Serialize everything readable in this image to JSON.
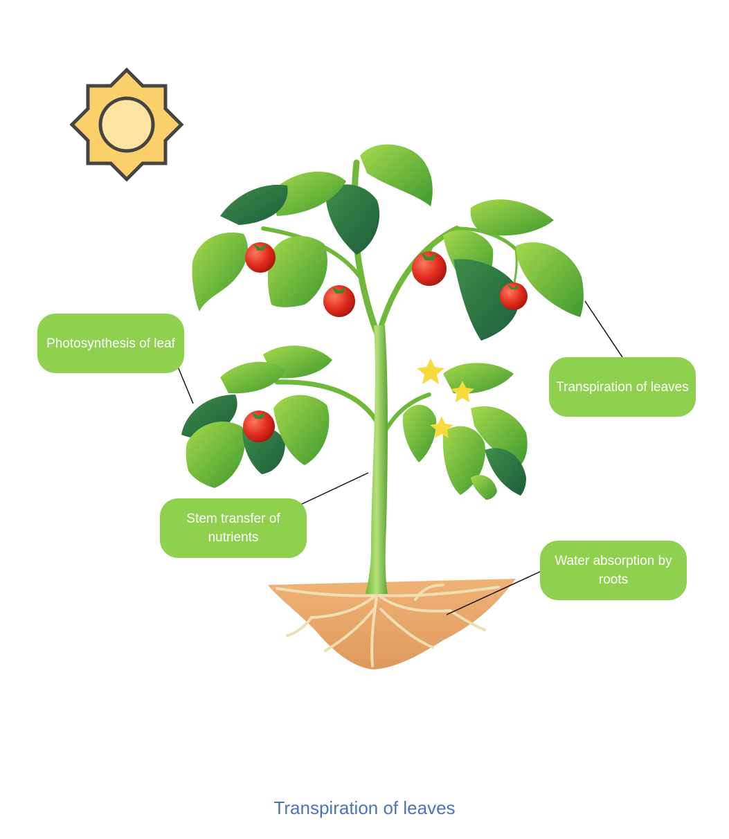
{
  "callouts": {
    "photosynthesis": "Photosynthesis of leaf",
    "transpiration": "Transpiration of leaves",
    "stem": "Stem transfer of nutrients",
    "water": "Water absorption by roots"
  },
  "caption": "Transpiration of leaves",
  "colors": {
    "callout_fill": "#8fd14f",
    "callout_text": "#ffffff",
    "caption_text": "#4a72c4",
    "sun_fill": "#fbd06a",
    "sun_center": "#fde3a0",
    "sun_stroke": "#444444",
    "soil": "#e7a76a"
  },
  "icons": [
    "sun-icon",
    "tomato-plant-illustration"
  ]
}
